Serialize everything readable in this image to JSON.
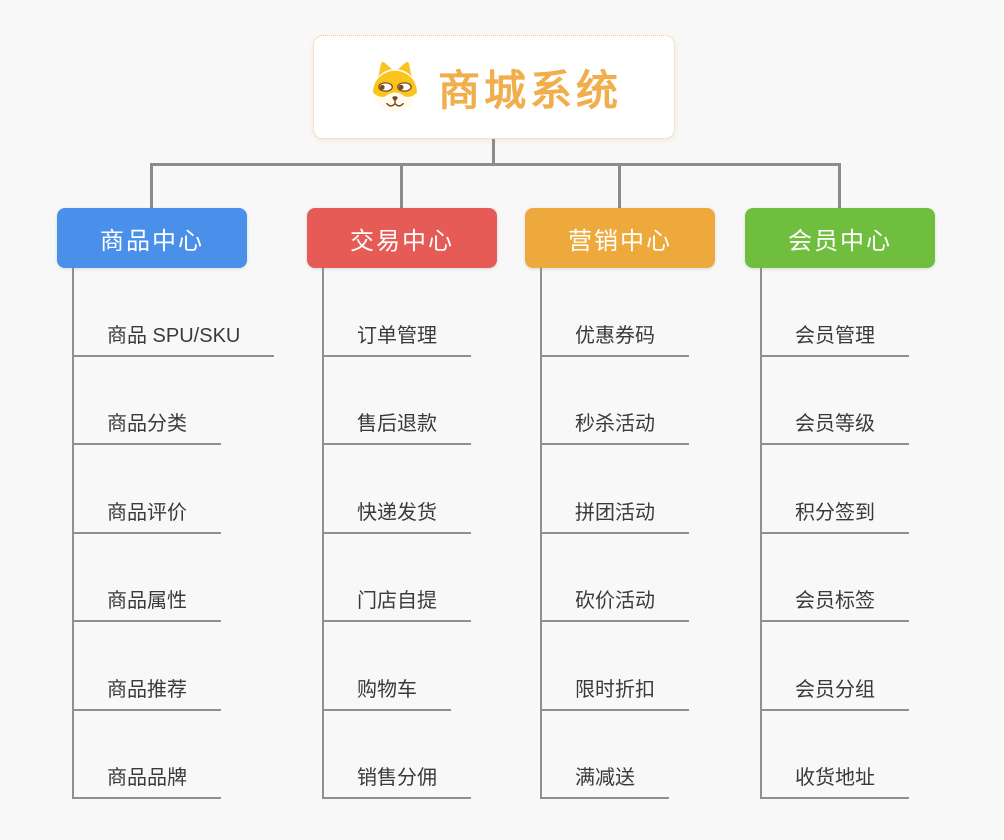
{
  "colors": {
    "background": "#F8F8F8",
    "connector": "#8C8C8C",
    "underline": "#8F8F8F",
    "root_border": "#F3C57D",
    "root_text": "#F0AE4C",
    "item_text": "#3A3A3E"
  },
  "root": {
    "title": "商城系统",
    "icon": "shiba-dog-face-icon"
  },
  "branches": [
    {
      "label": "商品中心",
      "color": "#4A8FEA",
      "items": [
        "商品 SPU/SKU",
        "商品分类",
        "商品评价",
        "商品属性",
        "商品推荐",
        "商品品牌"
      ]
    },
    {
      "label": "交易中心",
      "color": "#E65B55",
      "items": [
        "订单管理",
        "售后退款",
        "快递发货",
        "门店自提",
        "购物车",
        "销售分佣"
      ]
    },
    {
      "label": "营销中心",
      "color": "#EDA93C",
      "items": [
        "优惠券码",
        "秒杀活动",
        "拼团活动",
        "砍价活动",
        "限时折扣",
        "满减送"
      ]
    },
    {
      "label": "会员中心",
      "color": "#6FBE3E",
      "items": [
        "会员管理",
        "会员等级",
        "积分签到",
        "会员标签",
        "会员分组",
        "收货地址"
      ]
    }
  ]
}
